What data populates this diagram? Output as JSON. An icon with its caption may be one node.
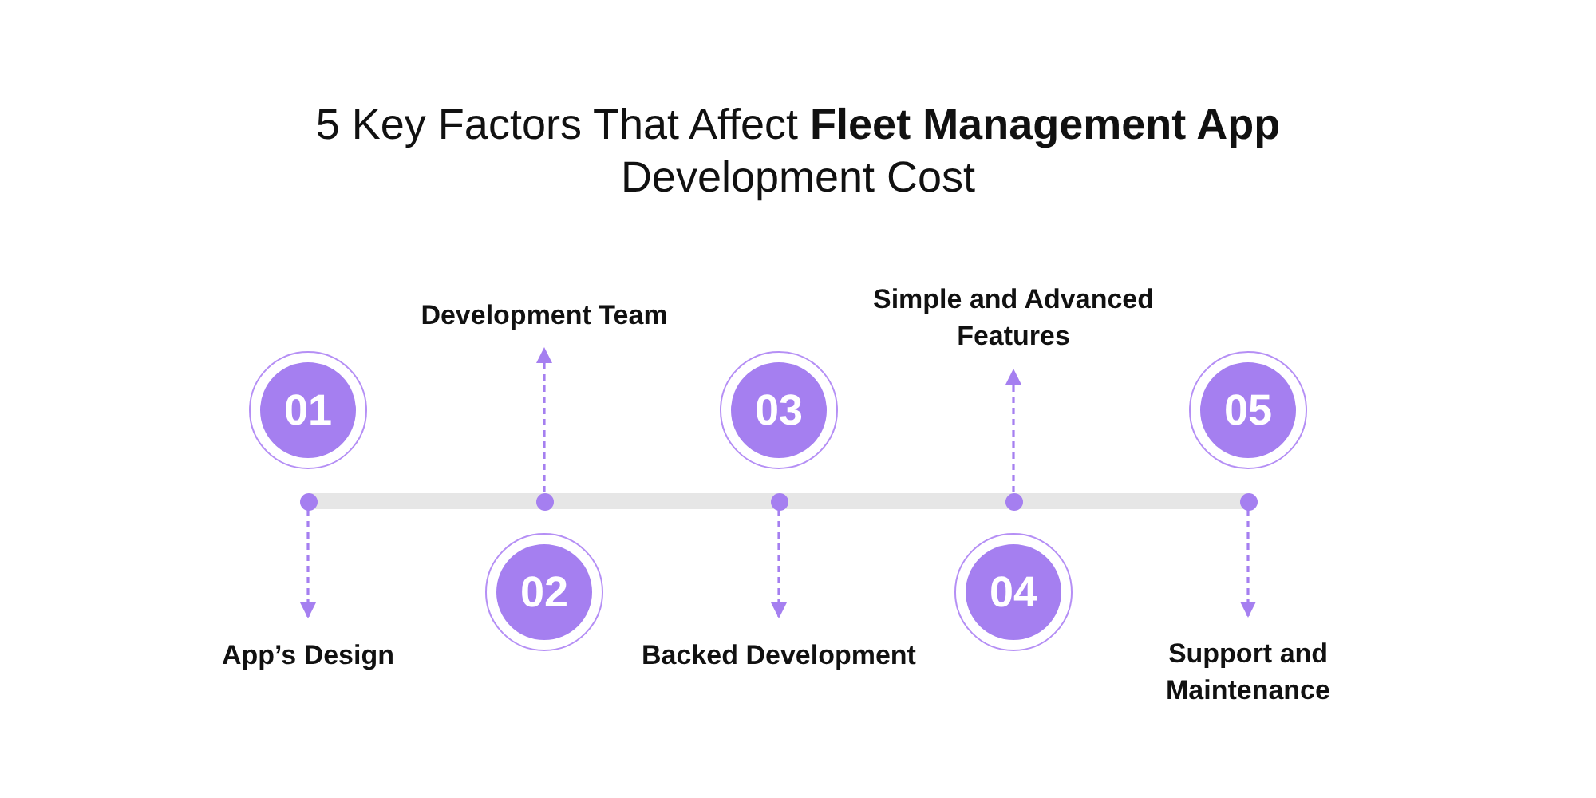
{
  "diagram": {
    "title": "5 Key Factors That Affect **Fleet Management App** Development Cost",
    "nodes": [
      {
        "text": [
          "01"
        ]
      },
      {
        "text": [
          "02"
        ]
      },
      {
        "text": [
          "03"
        ]
      },
      {
        "text": [
          "04"
        ]
      },
      {
        "text": [
          "05"
        ]
      },
      {
        "text": [],
        "shape": "circle"
      },
      {
        "text": [],
        "shape": "circle"
      },
      {
        "text": [],
        "shape": "circle"
      },
      {
        "text": [],
        "shape": "circle"
      },
      {
        "text": [],
        "shape": "circle"
      },
      {
        "text": [
          "App’s Design"
        ]
      },
      {
        "text": [
          "Development Team"
        ]
      },
      {
        "text": [
          "Backed Development"
        ]
      },
      {
        "text": [
          "Simple and Advanced Features"
        ]
      },
      {
        "text": [
          "Support and Maintenance"
        ]
      }
    ],
    "edges": [
      {
        "from": 5,
        "to": 10,
        "arrow": "to",
        "style": "dashed"
      },
      {
        "from": 6,
        "to": 11,
        "arrow": "to",
        "style": "dashed"
      },
      {
        "from": 7,
        "to": 12,
        "arrow": "to",
        "style": "dashed"
      },
      {
        "from": 8,
        "to": 13,
        "arrow": "to",
        "style": "dashed"
      },
      {
        "from": 9,
        "to": 14,
        "arrow": "to",
        "style": "dashed"
      }
    ]
  }
}
